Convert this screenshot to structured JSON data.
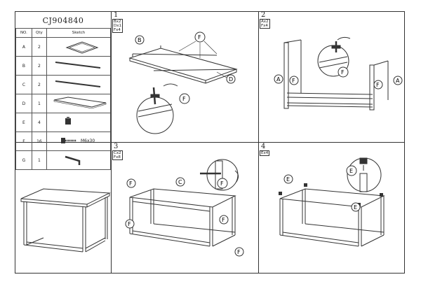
{
  "title": "CJ904840",
  "table": {
    "headers": [
      "NO.",
      "Qty",
      "Sketch"
    ],
    "rows": [
      {
        "no": "A",
        "qty": "2",
        "note": ""
      },
      {
        "no": "B",
        "qty": "2",
        "note": ""
      },
      {
        "no": "C",
        "qty": "2",
        "note": ""
      },
      {
        "no": "D",
        "qty": "1",
        "note": ""
      },
      {
        "no": "E",
        "qty": "4",
        "note": ""
      },
      {
        "no": "F",
        "qty": "16",
        "note": "M6x30"
      },
      {
        "no": "G",
        "qty": "1",
        "note": ""
      }
    ]
  },
  "steps": [
    {
      "number": "1",
      "parts": [
        "Bx2",
        "Dx1",
        "Fx4"
      ]
    },
    {
      "number": "2",
      "parts": [
        "Ax2",
        "Fx4"
      ]
    },
    {
      "number": "3",
      "parts": [
        "Cx2",
        "Fx8"
      ]
    },
    {
      "number": "4",
      "parts": [
        "Ex4"
      ]
    }
  ],
  "callouts": {
    "A": "A",
    "B": "B",
    "C": "C",
    "D": "D",
    "E": "E",
    "F": "F"
  }
}
